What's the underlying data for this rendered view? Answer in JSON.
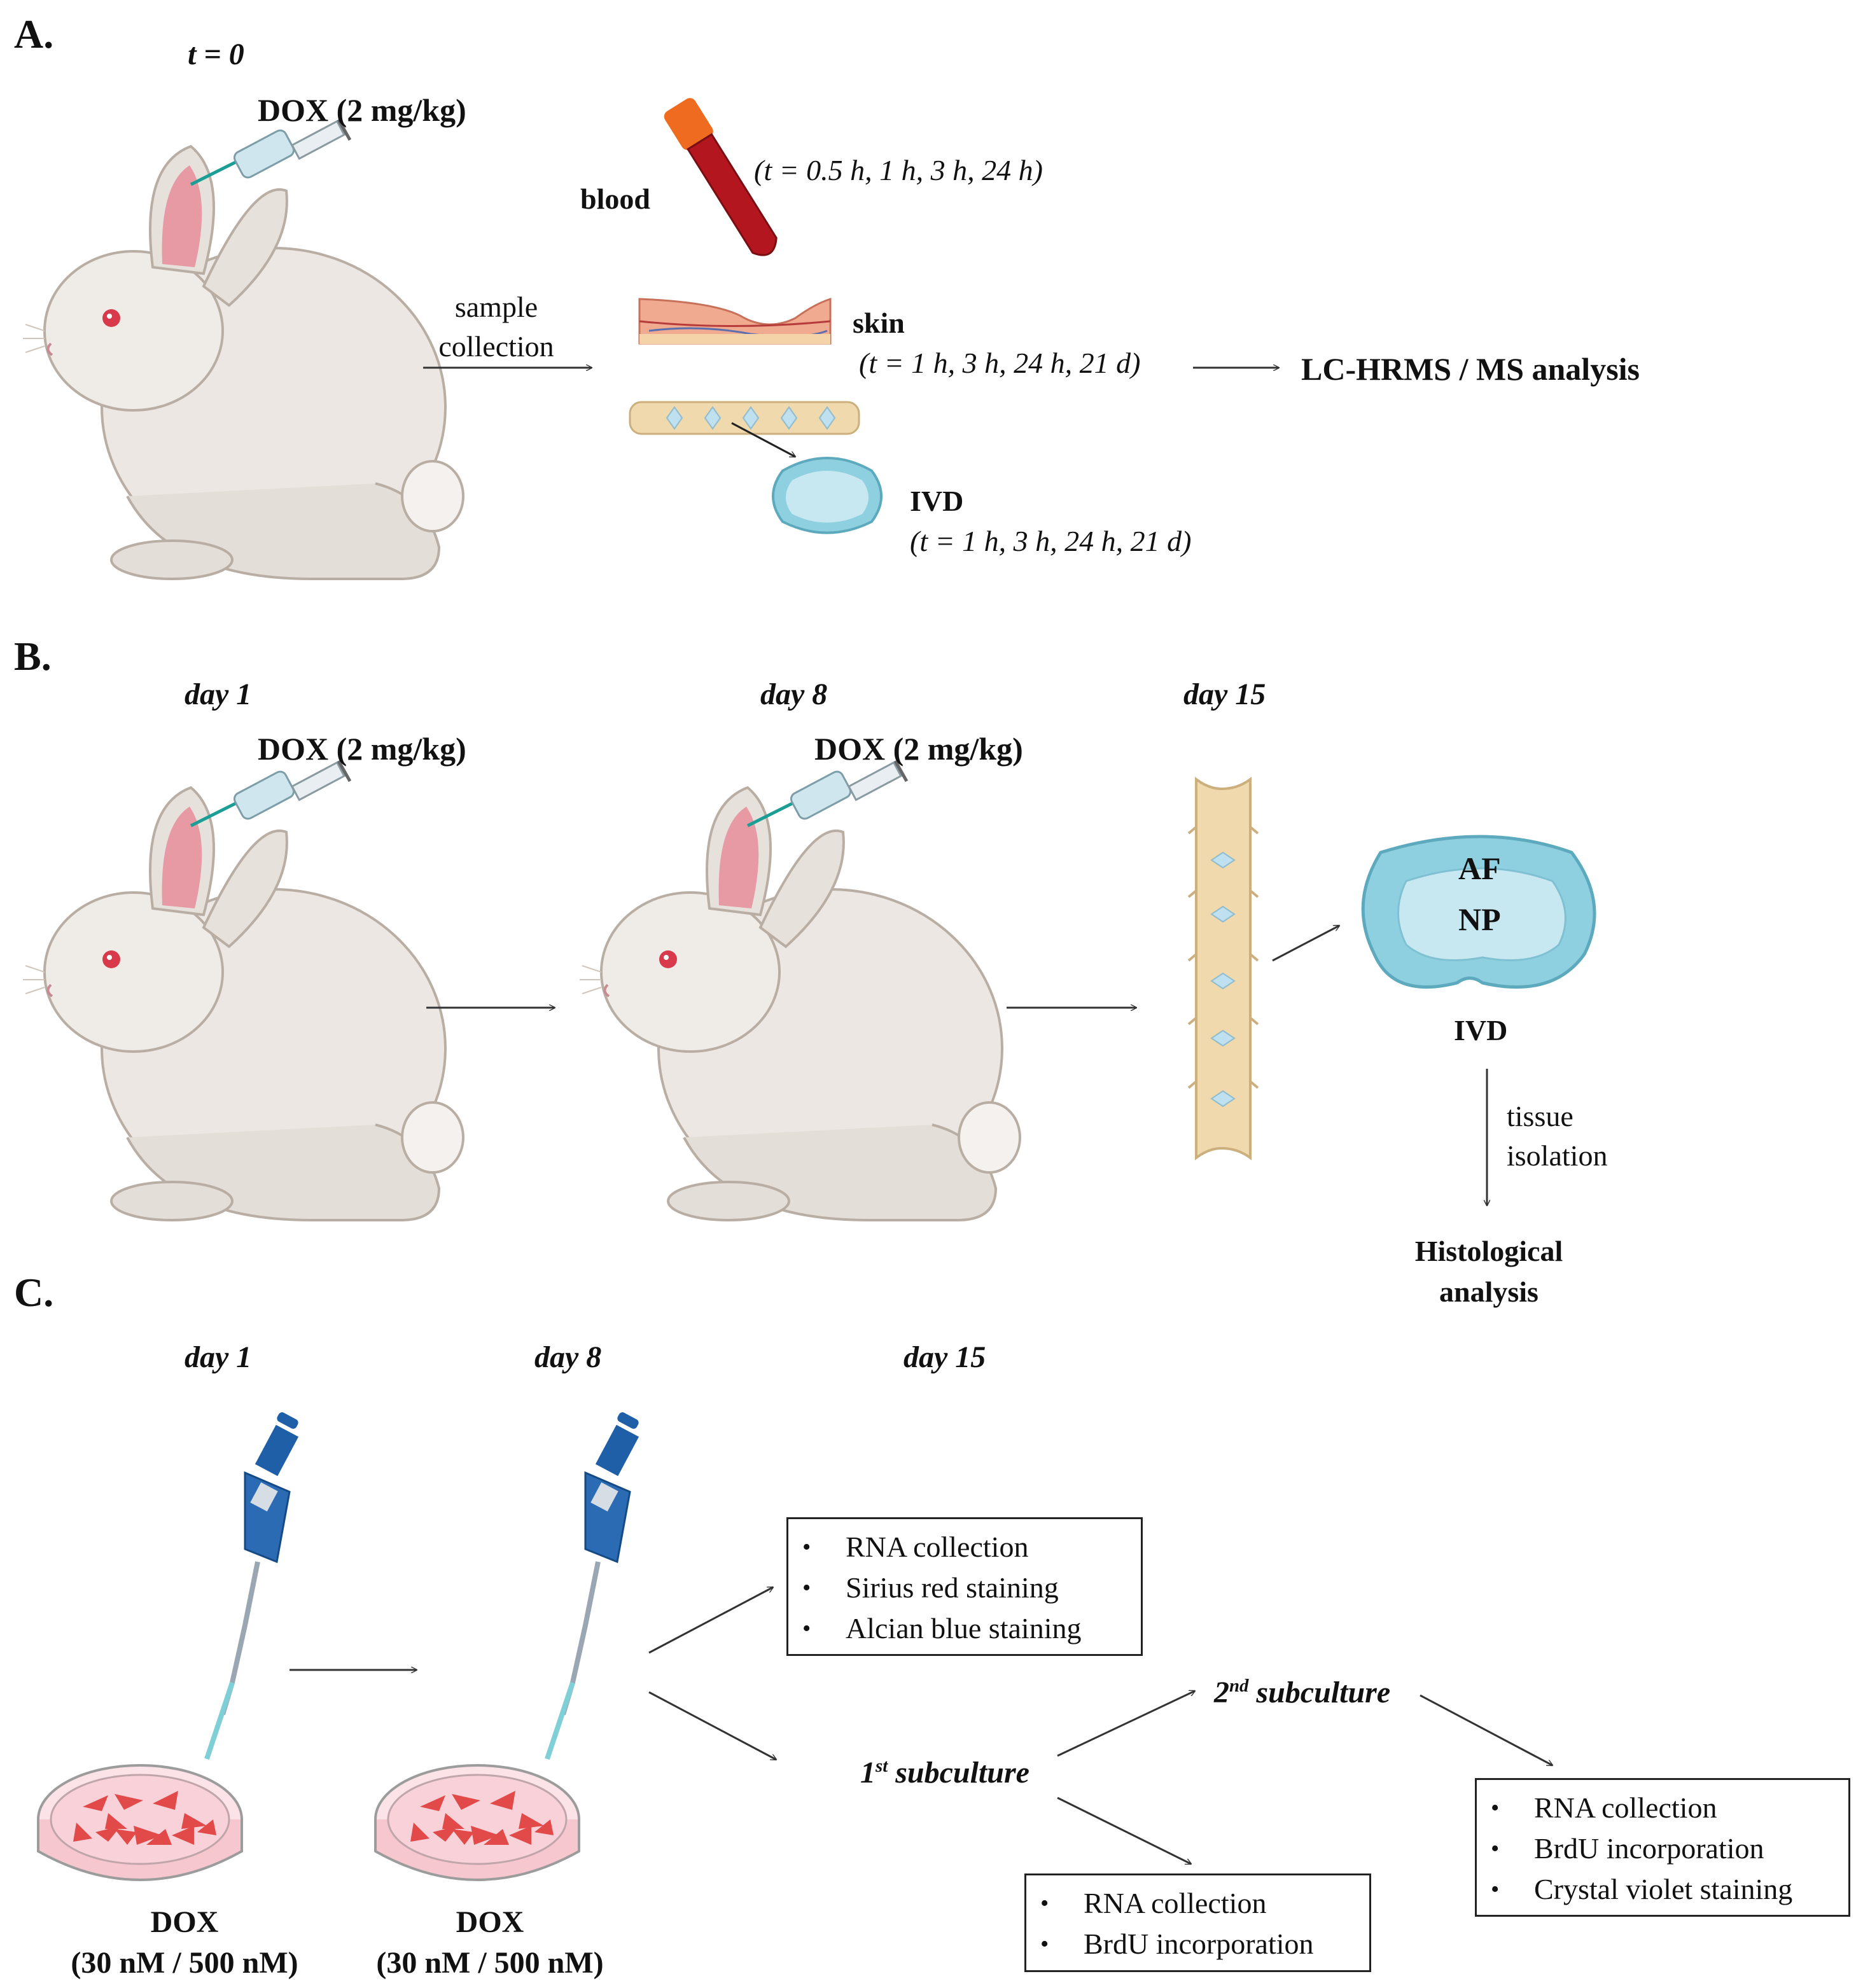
{
  "panels": {
    "a": {
      "label": "A.",
      "time": "t = 0",
      "dose": "DOX (2 mg/kg)",
      "sample_collection": [
        "sample",
        "collection"
      ],
      "blood_label": "blood",
      "blood_times": "(t = 0.5 h, 1 h, 3 h, 24 h)",
      "skin_label": "skin",
      "skin_times": "(t = 1 h, 3 h, 24 h, 21 d)",
      "analysis": "LC-HRMS / MS analysis",
      "ivd_label": "IVD",
      "ivd_times": "(t = 1 h, 3 h, 24 h, 21 d)"
    },
    "b": {
      "label": "B.",
      "day1": "day 1",
      "day8": "day 8",
      "day15": "day 15",
      "dose1": "DOX (2 mg/kg)",
      "dose2": "DOX (2 mg/kg)",
      "af": "AF",
      "np": "NP",
      "ivd_label": "IVD",
      "tissue_isolation": [
        "tissue",
        "isolation"
      ],
      "histology": [
        "Histological",
        "analysis"
      ]
    },
    "c": {
      "label": "C.",
      "day1": "day 1",
      "day8": "day 8",
      "day15": "day 15",
      "dose1": [
        "DOX",
        "(30 nM / 500 nM)"
      ],
      "dose2": [
        "DOX",
        "(30 nM / 500 nM)"
      ],
      "box1": [
        "RNA collection",
        "Sirius red staining",
        "Alcian blue staining"
      ],
      "first_sub": {
        "ord": "1",
        "sup": "st",
        "text": " subculture"
      },
      "second_sub": {
        "ord": "2",
        "sup": "nd",
        "text": " subculture"
      },
      "box2": [
        "RNA collection",
        "BrdU incorporation"
      ],
      "box3": [
        "RNA collection",
        "BrdU incorporation",
        "Crystal violet staining"
      ],
      "bullet": "•"
    }
  },
  "colors": {
    "rabbit_body": "#ece7e2",
    "rabbit_outline": "#b9aea4",
    "ear_inner": "#e79aa3",
    "eye": "#d83a4c",
    "syringe_body": "#cfe6ef",
    "syringe_needle": "#1a9e95",
    "blood_red": "#b3161f",
    "cap_orange": "#ee6b1f",
    "skin_pink": "#f0aa8f",
    "bone": "#f0d9ac",
    "disc_blue": "#8fd0e0",
    "pipette_blue": "#1f5fa8",
    "dish_pink": "#f6c7cf",
    "cells_red": "#e24a4a"
  }
}
